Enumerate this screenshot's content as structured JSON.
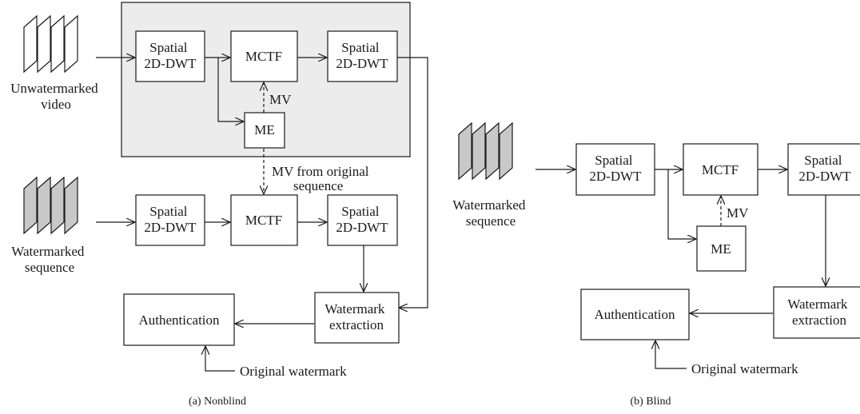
{
  "nonblind": {
    "caption": "(a)  Nonblind",
    "unwatermarked_label": [
      "Unwatermarked",
      "video"
    ],
    "watermarked_label": [
      "Watermarked",
      "sequence"
    ],
    "spatial_dwt": [
      "Spatial",
      "2D-DWT"
    ],
    "mctf": "MCTF",
    "me": "ME",
    "mv": "MV",
    "mv_from_original": [
      "MV from original",
      "sequence"
    ],
    "watermark_extraction": [
      "Watermark",
      "extraction"
    ],
    "authentication": "Authentication",
    "original_watermark": "Original watermark"
  },
  "blind": {
    "caption": "(b)  Blind",
    "watermarked_label": [
      "Watermarked",
      "sequence"
    ],
    "spatial_dwt": [
      "Spatial",
      "2D-DWT"
    ],
    "mctf": "MCTF",
    "me": "ME",
    "mv": "MV",
    "watermark_extraction": [
      "Watermark",
      "extraction"
    ],
    "authentication": "Authentication",
    "original_watermark": "Original watermark"
  },
  "colors": {
    "region_fill": "#ececec",
    "sequence_frame_fill": "#c8c8c8",
    "stroke": "#1a1a1a"
  }
}
